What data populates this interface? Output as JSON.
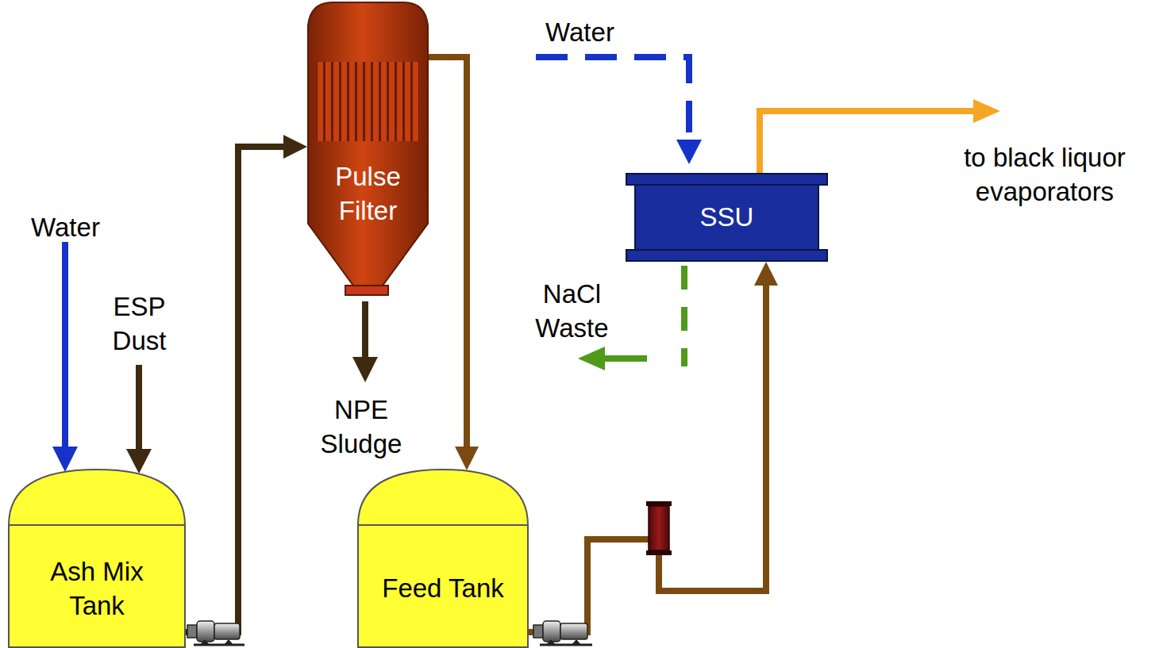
{
  "diagram": {
    "nodes": [
      {
        "text": [
          "Ash Mix Tank"
        ]
      },
      {
        "text": [
          "Pulse Filter"
        ]
      },
      {
        "text": [
          "Feed Tank"
        ]
      },
      {
        "text": [
          "SSU"
        ]
      }
    ],
    "edges": [
      {
        "from": 0,
        "to": 1,
        "arrow": "to"
      },
      {
        "from": 1,
        "to": 2,
        "arrow": "to"
      },
      {
        "from": 2,
        "to": 3,
        "arrow": "to"
      }
    ],
    "labels": [
      "Water",
      "ESP Dust",
      "NPE Sludge",
      "Water",
      "NaCl Waste",
      "to black liquor evaporators"
    ]
  }
}
